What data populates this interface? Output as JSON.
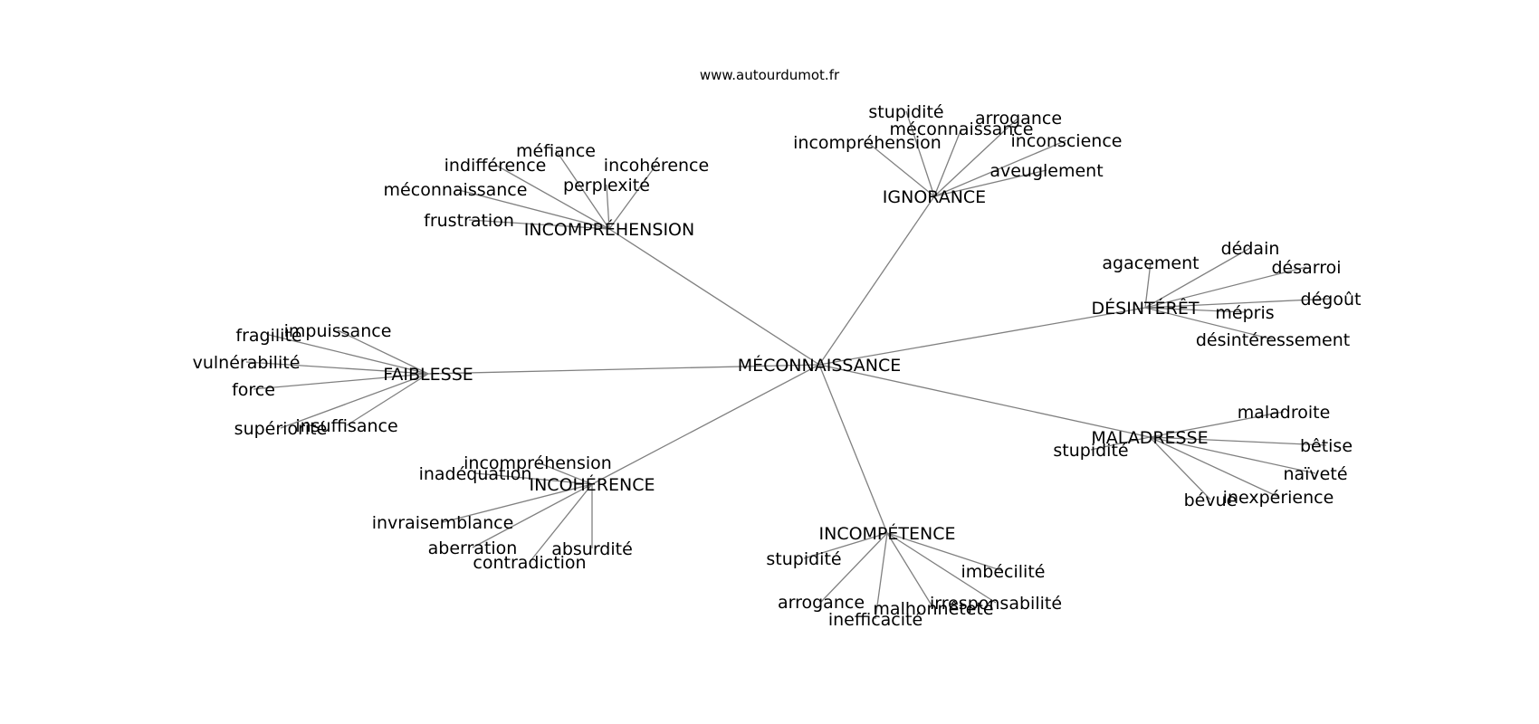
{
  "source": "www.autourdumot.fr",
  "center": "MÉCONNAISSANCE",
  "hubs": [
    {
      "label": "INCOMPRÉHENSION",
      "leaves": [
        "méfiance",
        "indifférence",
        "incohérence",
        "perplexité",
        "méconnaissance",
        "frustration"
      ]
    },
    {
      "label": "IGNORANCE",
      "leaves": [
        "stupidité",
        "arrogance",
        "méconnaissance",
        "incompréhension",
        "inconscience",
        "aveuglement"
      ]
    },
    {
      "label": "DÉSINTÉRÊT",
      "leaves": [
        "agacement",
        "dédain",
        "désarroi",
        "dégoût",
        "mépris",
        "désintéressement"
      ]
    },
    {
      "label": "FAIBLESSE",
      "leaves": [
        "impuissance",
        "fragilité",
        "vulnérabilité",
        "force",
        "insuffisance",
        "supériorité"
      ]
    },
    {
      "label": "MALADRESSE",
      "leaves": [
        "maladroite",
        "stupidité",
        "bêtise",
        "naïveté",
        "inexpérience",
        "bévue"
      ]
    },
    {
      "label": "INCOHÉRENCE",
      "leaves": [
        "incompréhension",
        "inadéquation",
        "invraisemblance",
        "aberration",
        "absurdité",
        "contradiction"
      ]
    },
    {
      "label": "INCOMPÉTENCE",
      "leaves": [
        "stupidité",
        "imbécilité",
        "arrogance",
        "irresponsabilité",
        "malhonnêteté",
        "inefficacité"
      ]
    }
  ]
}
